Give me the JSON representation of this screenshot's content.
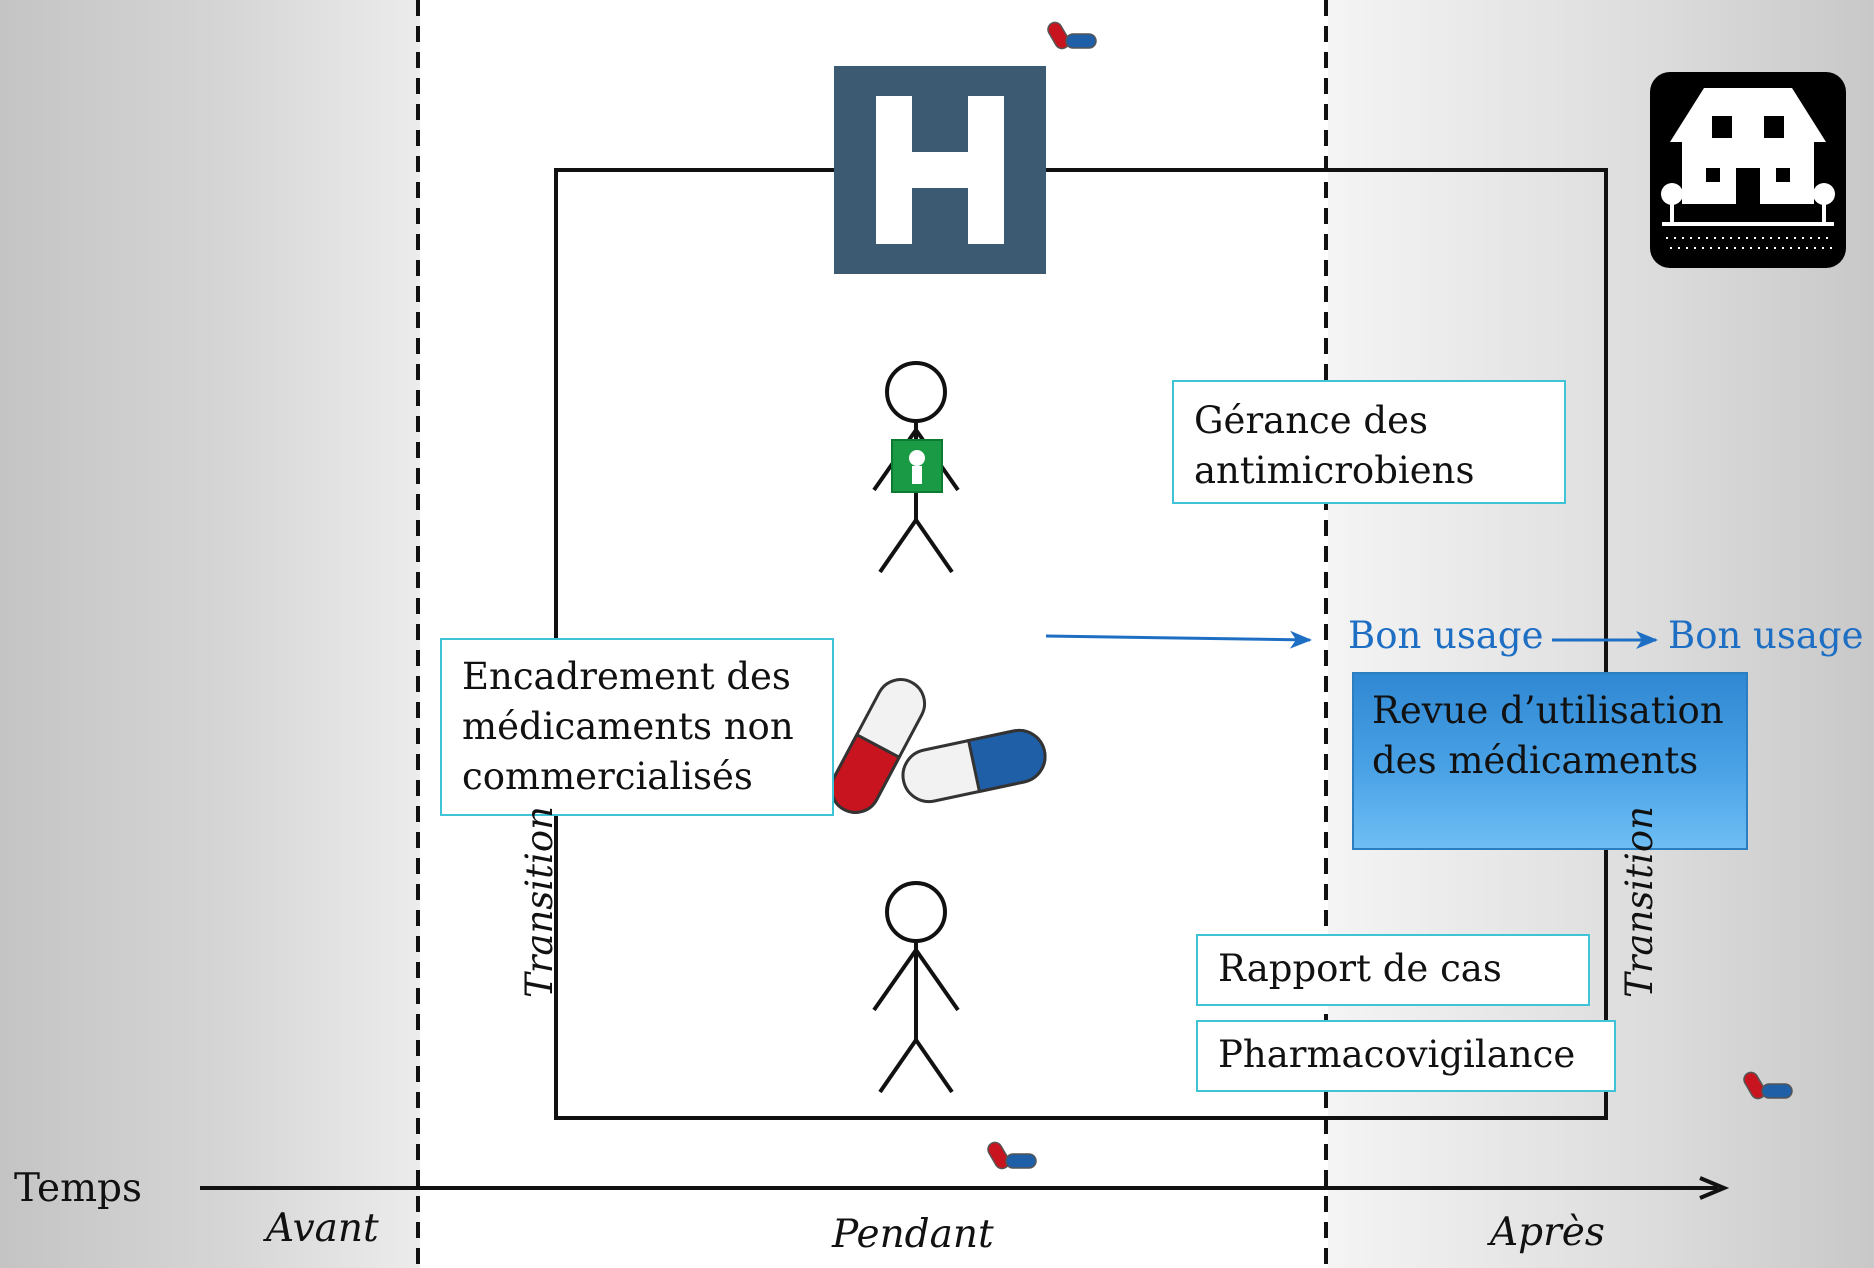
{
  "axis": {
    "label": "Temps",
    "phases": {
      "before": "Avant",
      "during": "Pendant",
      "after": "Après"
    }
  },
  "transition_label": "Transition",
  "boxes": {
    "stewardship": "Gérance des antimicrobiens",
    "unmarketed_drugs": "Encadrement des médicaments non commercialisés",
    "drug_use_review": "Revue d’utilisation des médicaments",
    "case_report": "Rapport de cas",
    "pharmacovigilance": "Pharmacovigilance"
  },
  "arrows": {
    "good_use_1": "Bon usage",
    "good_use_2": "Bon usage"
  },
  "icons": [
    "hospital-icon",
    "house-icon",
    "pharmacist-icon",
    "patient-icon",
    "capsules-icon"
  ],
  "colors": {
    "accent_blue": "#1e6fc4",
    "box_border": "#3fc3d6",
    "hospital": "#3d5a73"
  }
}
